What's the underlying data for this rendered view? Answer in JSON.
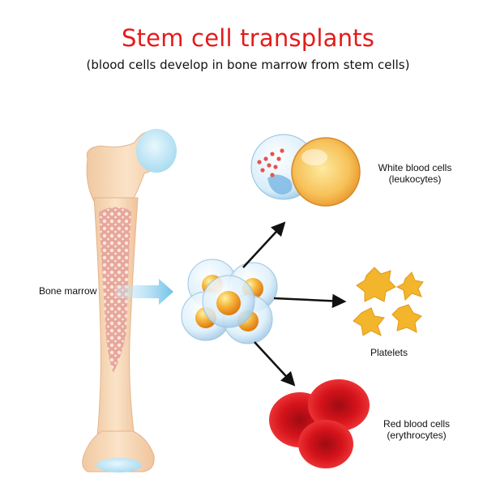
{
  "title": "Stem cell transplants",
  "subtitle": "(blood cells develop in bone marrow from stem cells)",
  "labels": {
    "bone_marrow": "Bone marrow",
    "white_cells": "White blood cells",
    "white_cells_sub": "(leukocytes)",
    "platelets": "Platelets",
    "red_cells": "Red blood cells",
    "red_cells_sub": "(erythrocytes)"
  },
  "colors": {
    "title": "#e41b1b",
    "bone": "#f6d7b6",
    "cartilage": "#bfe6f6",
    "marrow": "#e39a90",
    "platelet": "#f2b52c",
    "red_cell": "#d8101a",
    "arrow_blue": "#7cc8ec"
  }
}
